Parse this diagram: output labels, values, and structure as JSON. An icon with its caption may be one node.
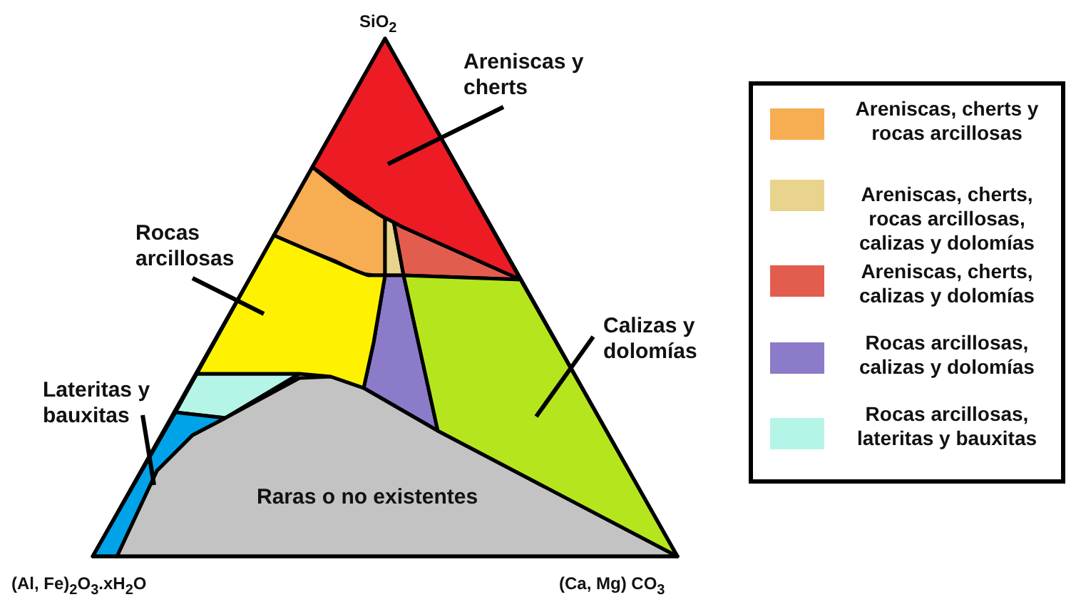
{
  "diagram": {
    "nodes": [
      {
        "text": [
          "Areniscas y cherts"
        ]
      },
      {
        "text": [],
        "shape": "region"
      },
      {
        "text": [
          "Rocas arcillosas"
        ]
      },
      {
        "text": [],
        "shape": "region"
      },
      {
        "text": [
          "Calizas y dolomías"
        ]
      },
      {
        "text": [],
        "shape": "region"
      },
      {
        "text": [
          "Lateritas y bauxitas"
        ]
      },
      {
        "text": [],
        "shape": "region"
      },
      {
        "text": [
          "Raras o no existentes"
        ]
      }
    ],
    "edges": [
      {
        "from": 0,
        "to": 1,
        "arrow": "none"
      },
      {
        "from": 2,
        "to": 3,
        "arrow": "none"
      },
      {
        "from": 4,
        "to": 5,
        "arrow": "none"
      },
      {
        "from": 6,
        "to": 7,
        "arrow": "none"
      }
    ],
    "labels": [
      "SiO$_{2}$",
      "(Al, Fe)$_{2}$O$_{3}$.xH$_{2}$O",
      "(Ca, Mg) CO$_{3}$"
    ],
    "legend": [
      {
        "text": "Areniscas, cherts y rocas arcillosas",
        "color": "#f7ad52"
      },
      {
        "text": "Areniscas, cherts, rocas arcillosas, calizas y dolomías",
        "color": "#e8d48c"
      },
      {
        "text": "Areniscas, cherts, calizas y dolomías",
        "color": "#e35d4f"
      },
      {
        "text": "Rocas arcillosas, calizas y dolomías",
        "color": "#8b7bc8"
      },
      {
        "text": "Rocas arcillosas, lateritas y bauxitas",
        "color": "#b5f5e8"
      }
    ]
  }
}
